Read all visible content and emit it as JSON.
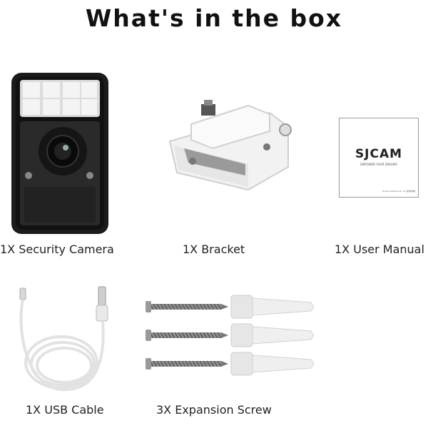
{
  "title": "What's in the box",
  "items": [
    {
      "label": "1X Security Camera"
    },
    {
      "label": "1X Bracket"
    },
    {
      "label": "1X User Manual"
    },
    {
      "label": "1X USB Cable"
    },
    {
      "label": "3X Expansion Screw"
    }
  ],
  "manual": {
    "brand": "SJCAM",
    "tagline": "EMPOWER YOUR DREAMS",
    "footer": "Home Camera S1 / S1 使用说明"
  }
}
